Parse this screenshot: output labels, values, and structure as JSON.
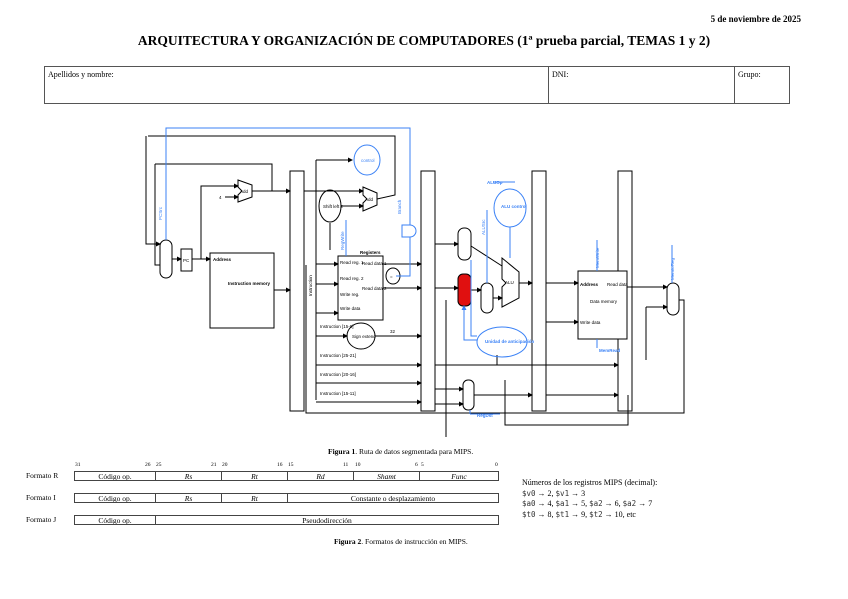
{
  "header": {
    "date": "5 de noviembre de 2025",
    "title": "ARQUITECTURA Y ORGANIZACIÓN DE COMPUTADORES (1ª prueba parcial, TEMAS 1 y 2)"
  },
  "id_form": {
    "name_label": "Apellidos y nombre:",
    "dni_label": "DNI:",
    "group_label": "Grupo:"
  },
  "figure1": {
    "caption_bold": "Figura 1",
    "caption_text": ". Ruta de datos segmentada para MIPS.",
    "labels": {
      "pcsrc": "PCSrc",
      "mux": "M u x",
      "pc": "PC",
      "add": "Add",
      "four": "4",
      "address": "Address",
      "instr_mem": "Instruction memory",
      "instruction": "Instruction",
      "shift": "Shift left 2",
      "add_result": "Add",
      "branch": "Branch",
      "regwrite": "RegWrite",
      "registers": "Registers",
      "read_reg1": "Read reg. 1",
      "read_reg2": "Read reg. 2",
      "write_reg": "Write reg.",
      "write_data": "Write data",
      "read_data1": "Read data 1",
      "read_data2": "Read data 2",
      "equal": "=",
      "sign_extend": "Sign extend",
      "bits32": "32",
      "instr_15_0": "Instruction [15-0]",
      "instr_25_21": "Instruction [25-21]",
      "instr_20_16": "Instruction [20-16]",
      "instr_15_11": "Instruction [15-11]",
      "aluop": "ALUOp",
      "alusrc": "ALUSrc",
      "alu_control": "ALU control",
      "alu": "ALU",
      "forwarding": "Unidad de anticipación",
      "regdst": "RegDst",
      "memwrite": "MemWrite",
      "memread": "MemRead",
      "data_mem": "Data memory",
      "dm_address": "Address",
      "dm_read_data": "Read data",
      "dm_write_data": "Write data",
      "memtoreg": "MemtoReg",
      "hazard": "control"
    }
  },
  "figure2": {
    "caption_bold": "Figura 2",
    "caption_text": ". Formatos de instrucción en MIPS.",
    "bit_positions": [
      "31",
      "26",
      "25",
      "21",
      "20",
      "16",
      "15",
      "11",
      "10",
      "6",
      "5",
      "0"
    ],
    "formats": [
      {
        "label": "Formato R",
        "fields": [
          "Código op.",
          "Rs",
          "Rt",
          "Rd",
          "Shamt",
          "Func"
        ]
      },
      {
        "label": "Formato I",
        "fields": [
          "Código op.",
          "Rs",
          "Rt",
          "Constante o desplazamiento"
        ]
      },
      {
        "label": "Formato J",
        "fields": [
          "Código op.",
          "Pseudodirección"
        ]
      }
    ]
  },
  "registers_note": {
    "title": "Números de los registros MIPS (decimal):",
    "lines": [
      [
        [
          "$v0",
          "2"
        ],
        [
          "$v1",
          "3"
        ]
      ],
      [
        [
          "$a0",
          "4"
        ],
        [
          "$a1",
          "5"
        ],
        [
          "$a2",
          "6"
        ],
        [
          "$a2",
          "7"
        ]
      ],
      [
        [
          "$t0",
          "8"
        ],
        [
          "$t1",
          "9"
        ],
        [
          "$t2",
          "10"
        ]
      ]
    ],
    "suffix": "etc"
  },
  "colors": {
    "control_blue": "#3b82f6",
    "mux_red": "#e01010",
    "line_gray": "#888888"
  }
}
